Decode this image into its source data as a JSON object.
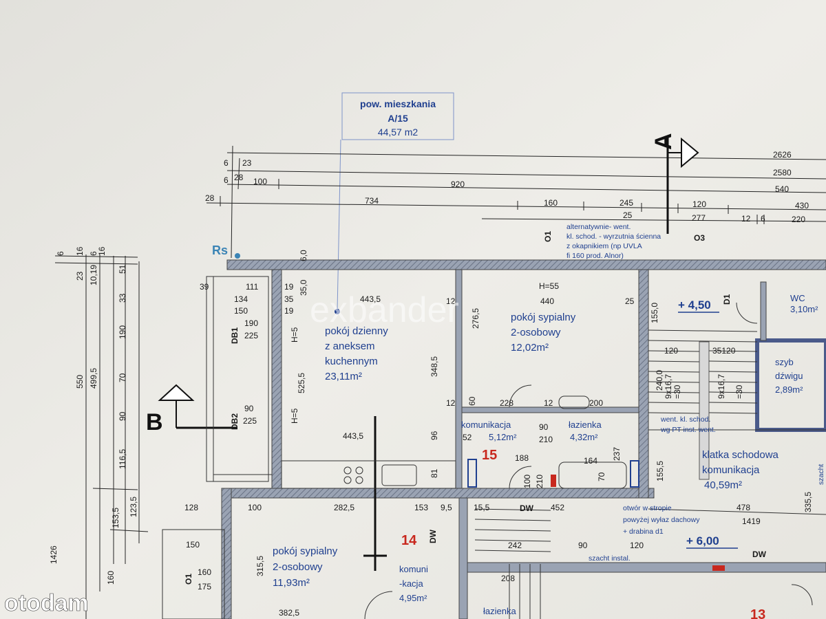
{
  "area_box": {
    "line1": "pow. mieszkania",
    "line2": "A/15",
    "line3": "44,57 m2"
  },
  "section_marks": {
    "a": "A",
    "b": "B",
    "rs": "Rs"
  },
  "top_dims": {
    "r1": [
      "6",
      "23",
      "2626"
    ],
    "r2": [
      "6",
      "28",
      "2580"
    ],
    "r3": [
      "100",
      "920",
      "540"
    ],
    "r4": [
      "28",
      "734",
      "160",
      "245",
      "120",
      "430"
    ],
    "r5": [
      "25",
      "277",
      "12",
      "6",
      "220"
    ]
  },
  "left_dims": {
    "top": [
      "6",
      "16",
      "6",
      "16"
    ],
    "c1": [
      "23",
      "550",
      "1426"
    ],
    "c2": [
      "10,19",
      "499,5",
      "160"
    ],
    "c3": [
      "51",
      "33",
      "190",
      "70",
      "90",
      "116,5",
      "153,5"
    ],
    "c4": [
      "123,5"
    ]
  },
  "rooms": {
    "living": {
      "l1": "pokój dzienny",
      "l2": "z aneksem",
      "l3": "kuchennym",
      "area": "23,11m²"
    },
    "bed1": {
      "l1": "pokój sypialny",
      "l2": "2-osobowy",
      "area": "12,02m²"
    },
    "bed2": {
      "l1": "pokój sypialny",
      "l2": "2-osobowy",
      "area": "11,93m²"
    },
    "hall15": {
      "l1": "komunikacja",
      "area": "5,12m²"
    },
    "bath15": {
      "l1": "łazienka",
      "area": "4,32m²"
    },
    "stair": {
      "l1": "klatka schodowa",
      "l2": "komunikacja",
      "area": "40,59m²"
    },
    "wc": {
      "l1": "WC",
      "area": "3,10m²"
    },
    "lift": {
      "l1": "szyb",
      "l2": "dźwigu",
      "area": "2,89m²"
    },
    "hall14": {
      "l1": "komuni",
      "l2": "-kacja",
      "area": "4,95m²"
    },
    "bath14": {
      "l1": "łazienka"
    }
  },
  "apartments": {
    "a15": "15",
    "a14": "14",
    "a13": "13"
  },
  "levels": {
    "l1": "+ 4,50",
    "l2": "+ 6,00"
  },
  "notes": {
    "vent": [
      "alternatywnie- went.",
      "kl. schod. - wyrzutnia ścienna",
      "z okapnikiem (np UVLA",
      "fi 160 prod. Alnor)"
    ],
    "opening": [
      "otwór w stropie",
      "powyżej wyłaz dachowy",
      "+ drabina d1"
    ],
    "vent2": [
      "went. kl. schod.",
      "wg PT inst. went."
    ],
    "shaft": "szacht instal.",
    "shaft2": "szacht"
  },
  "window_tags": {
    "o1": "O1",
    "o3": "O3",
    "db1": "DB1",
    "db2": "DB2",
    "d1": "D1",
    "dw": "DW"
  },
  "plan_dims": {
    "living_w": "443,5",
    "living_w2": "443,5",
    "bed1_w": "440",
    "h55": "H=55",
    "d111": "111",
    "d134": "134",
    "d150": "150",
    "d190": "190",
    "d225": "225",
    "d39": "39",
    "d19": "19",
    "d35": "35",
    "d35_0": "35,0",
    "d6_0": "6,0",
    "d525": "525,5",
    "h5": "H=5",
    "d90": "90",
    "d348": "348,5",
    "d276": "276,5",
    "d155": "155,0",
    "d12": "12",
    "d25": "25",
    "d228": "228",
    "d200": "200",
    "d60": "60",
    "d96": "96",
    "d81": "81",
    "d52": "52",
    "d188": "188",
    "d164": "164",
    "d100": "100",
    "d210": "210",
    "d70": "70",
    "d237": "237",
    "d128": "128",
    "d282": "282,5",
    "d153": "153",
    "d9_5": "9,5",
    "d15_5": "15,5",
    "d452": "452",
    "d478": "478",
    "d1419": "1419",
    "d242": "242",
    "d315": "315,5",
    "d382": "382,5",
    "d208": "208",
    "d1419b": "335,5",
    "d240": "240,0",
    "d9x167": "9x16,7",
    "d9x167b": "9x16,7",
    "d30": "=30",
    "d30b": "=30",
    "d120": "120",
    "d35120": "35120",
    "d155_5": "155,5",
    "d175": "175",
    "d160": "160"
  },
  "watermark": "exbander",
  "brand": "otodam",
  "colors": {
    "paper": "#eceae5",
    "wall": "#7a8494",
    "blue": "#1f3f8f",
    "red": "#c8281e"
  }
}
